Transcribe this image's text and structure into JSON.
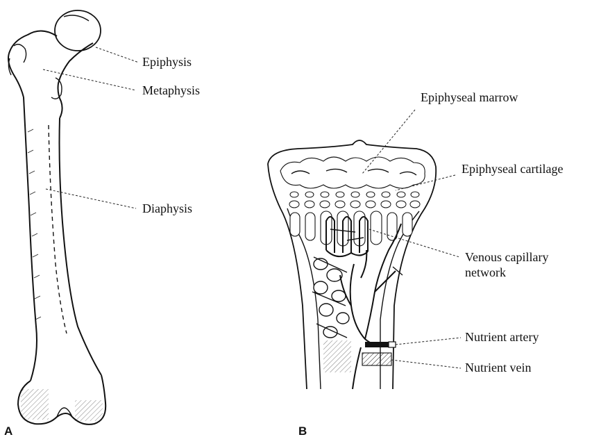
{
  "panel_a": {
    "letter": "A",
    "labels": {
      "epiphysis": "Epiphysis",
      "metaphysis": "Metaphysis",
      "diaphysis": "Diaphysis"
    }
  },
  "panel_b": {
    "letter": "B",
    "labels": {
      "epiphyseal_marrow": "Epiphyseal marrow",
      "epiphyseal_cartilage": "Epiphyseal cartilage",
      "venous_capillary_line1": "Venous capillary",
      "venous_capillary_line2": "network",
      "nutrient_artery": "Nutrient artery",
      "nutrient_vein": "Nutrient vein"
    }
  },
  "colors": {
    "ink": "#111111",
    "background": "#ffffff"
  }
}
